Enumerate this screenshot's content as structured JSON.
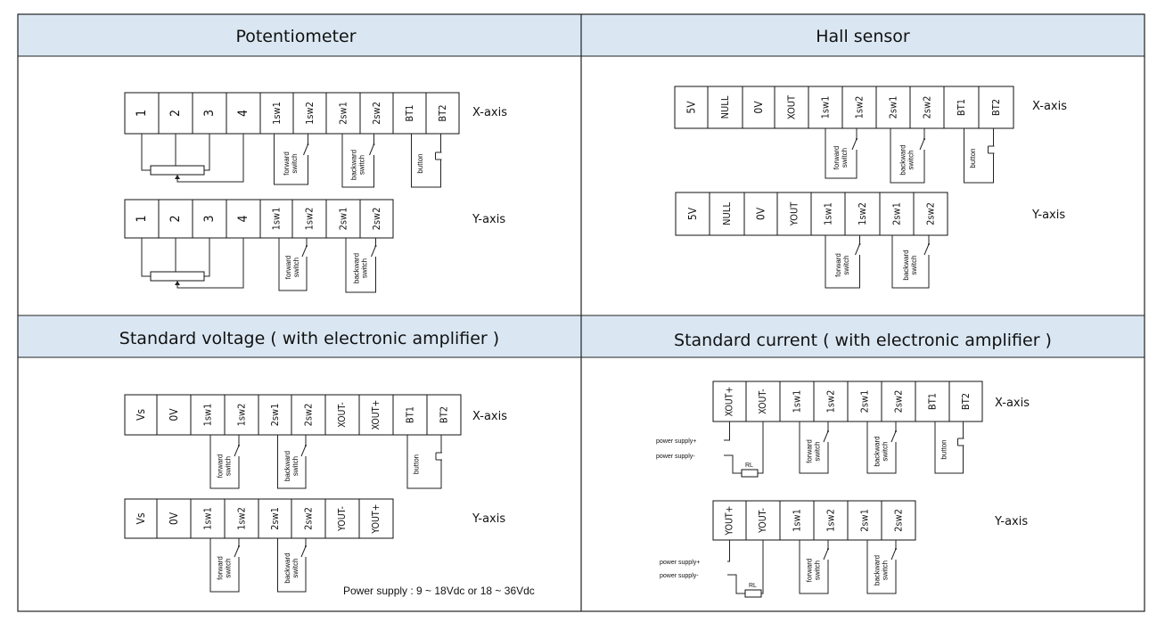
{
  "colors": {
    "header_bg": "#dae7f3",
    "border": "#222222",
    "text": "#111111"
  },
  "quadrants": {
    "potentiometer": {
      "title": "Potentiometer",
      "x_label": "X-axis",
      "y_label": "Y-axis",
      "x_terminals": [
        "1",
        "2",
        "3",
        "4",
        "1sw1",
        "1sw2",
        "2sw1",
        "2sw2",
        "BT1",
        "BT2"
      ],
      "y_terminals": [
        "1",
        "2",
        "3",
        "4",
        "1sw1",
        "1sw2",
        "2sw1",
        "2sw2"
      ],
      "forward": "forward switch",
      "backward": "backward switch",
      "button": "button"
    },
    "hall": {
      "title": "Hall sensor",
      "x_label": "X-axis",
      "y_label": "Y-axis",
      "x_terminals": [
        "5V",
        "NULL",
        "0V",
        "XOUT",
        "1sw1",
        "1sw2",
        "2sw1",
        "2sw2",
        "BT1",
        "BT2"
      ],
      "y_terminals": [
        "5V",
        "NULL",
        "0V",
        "YOUT",
        "1sw1",
        "1sw2",
        "2sw1",
        "2sw2"
      ],
      "forward": "forward switch",
      "backward": "backward switch",
      "button": "button"
    },
    "voltage": {
      "title": "Standard voltage ( with electronic amplifier )",
      "x_label": "X-axis",
      "y_label": "Y-axis",
      "x_terminals": [
        "Vs",
        "0V",
        "1sw1",
        "1sw2",
        "2sw1",
        "2sw2",
        "XOUT-",
        "XOUT+",
        "BT1",
        "BT2"
      ],
      "y_terminals": [
        "Vs",
        "0V",
        "1sw1",
        "1sw2",
        "2sw1",
        "2sw2",
        "YOUT-",
        "YOUT+"
      ],
      "forward": "forward switch",
      "backward": "backward switch",
      "button": "button",
      "power_note": "Power supply : 9 ~ 18Vdc or 18 ~ 36Vdc"
    },
    "current": {
      "title": "Standard current ( with electronic amplifier )",
      "x_label": "X-axis",
      "y_label": "Y-axis",
      "x_terminals": [
        "XOUT+",
        "XOUT-",
        "1sw1",
        "1sw2",
        "2sw1",
        "2sw2",
        "BT1",
        "BT2"
      ],
      "y_terminals": [
        "YOUT+",
        "YOUT-",
        "1sw1",
        "1sw2",
        "2sw1",
        "2sw2"
      ],
      "forward": "forward switch",
      "backward": "backward switch",
      "button": "button",
      "supply_plus": "power supply+",
      "supply_minus": "power supply-",
      "resistor": "RL"
    }
  }
}
